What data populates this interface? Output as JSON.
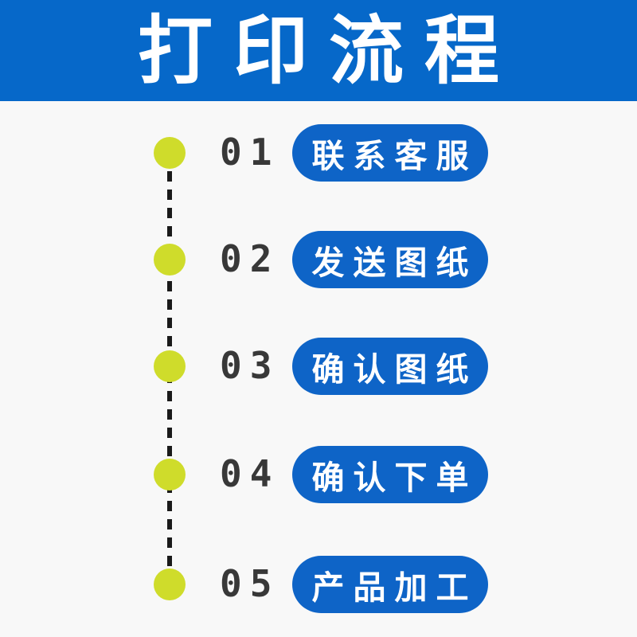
{
  "header": {
    "title": "打印流程"
  },
  "timeline": {
    "steps": [
      {
        "number": "01",
        "label": "联系客服"
      },
      {
        "number": "02",
        "label": "发送图纸"
      },
      {
        "number": "03",
        "label": "确认图纸"
      },
      {
        "number": "04",
        "label": "确认下单"
      },
      {
        "number": "05",
        "label": "产品加工"
      }
    ]
  },
  "colors": {
    "header_bg": "#0668c9",
    "title_text": "#ffffff",
    "pill_bg": "#0e64c7",
    "pill_text": "#ffffff",
    "dot": "#cfdc2b",
    "line": "#1a1a1a",
    "number_text": "#383838",
    "background": "#f8f8f8"
  }
}
